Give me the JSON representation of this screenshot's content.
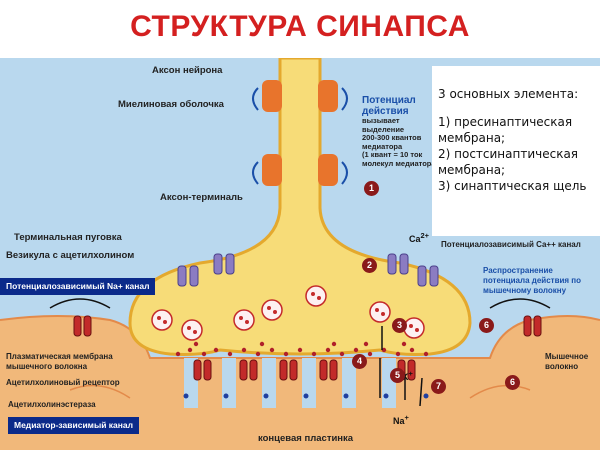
{
  "title": "СТРУКТУРА СИНАПСА",
  "labels": {
    "axon": "Аксон нейрона",
    "myelin": "Миелиновая оболочка",
    "axon_terminal": "Аксон-терминаль",
    "terminal_button": "Терминальная пуговка",
    "vesicle": "Везикула с ацетилхолином",
    "plasma_membrane_1": "Плазматическая мембрана",
    "plasma_membrane_2": "мышечного волокна",
    "ach_receptor": "Ацетилхолиновый рецептор",
    "ache": "Ацетилхолинэстераза",
    "end_plate": "концевая пластинка",
    "muscle_fiber_1": "Мышечное",
    "muscle_fiber_2": "волокно",
    "ca_channel": "Потенциалозависимый Са++ канал",
    "spread_1": "Распространение",
    "spread_2": "потенциала действия по",
    "spread_3": "мышечному волокну"
  },
  "note": {
    "head_1": "Потенциал",
    "head_2": "действия",
    "lines": [
      "вызывает",
      "выделение",
      "200-300 квантов",
      "медиатора",
      "(1 квант = 10 ток",
      "молекул медиатора)"
    ]
  },
  "infobox": {
    "heading": "3 основных элемента:",
    "item1_a": "1) пресинаптическая",
    "item1_b": "мембрана;",
    "item2_a": "2) постсинаптическая",
    "item2_b": "мембрана;",
    "item3": "3) синаптическая щель"
  },
  "tags": {
    "na_channel": "Потенциалозависимый Na+ канал",
    "mediator_channel": "Медиатор-зависимый канал"
  },
  "ions": {
    "ca": "Ca",
    "ca_charge": "2+",
    "k": "K",
    "k_charge": "+",
    "na": "Na",
    "na_charge": "+"
  },
  "steps": [
    "1",
    "2",
    "3",
    "4",
    "5",
    "6",
    "7",
    "6"
  ],
  "colors": {
    "title": "#d42020",
    "neuron": "#f7dc78",
    "background": "#b9d8ee",
    "muscle": "#f1b87a",
    "channel": "#8b7cc2",
    "receptor": "#c22a2a",
    "tag_bg": "#0b2a8a",
    "step_marker": "#8a1a1a",
    "accent_text": "#1a4fa8"
  }
}
